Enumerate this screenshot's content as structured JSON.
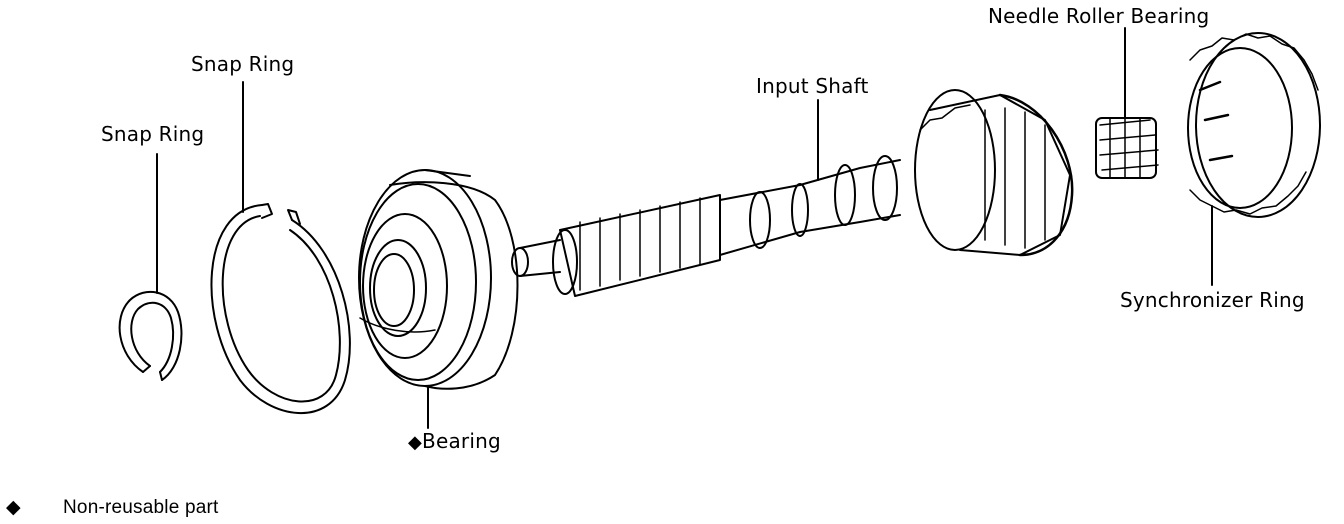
{
  "labels": {
    "snap_ring_small": "Snap Ring",
    "snap_ring_large": "Snap Ring",
    "bearing_marker": "◆",
    "bearing": "Bearing",
    "input_shaft": "Input Shaft",
    "needle_roller_bearing": "Needle Roller Bearing",
    "synchronizer_ring": "Synchronizer Ring"
  },
  "legend": {
    "symbol": "◆",
    "text": "Non-reusable part"
  }
}
